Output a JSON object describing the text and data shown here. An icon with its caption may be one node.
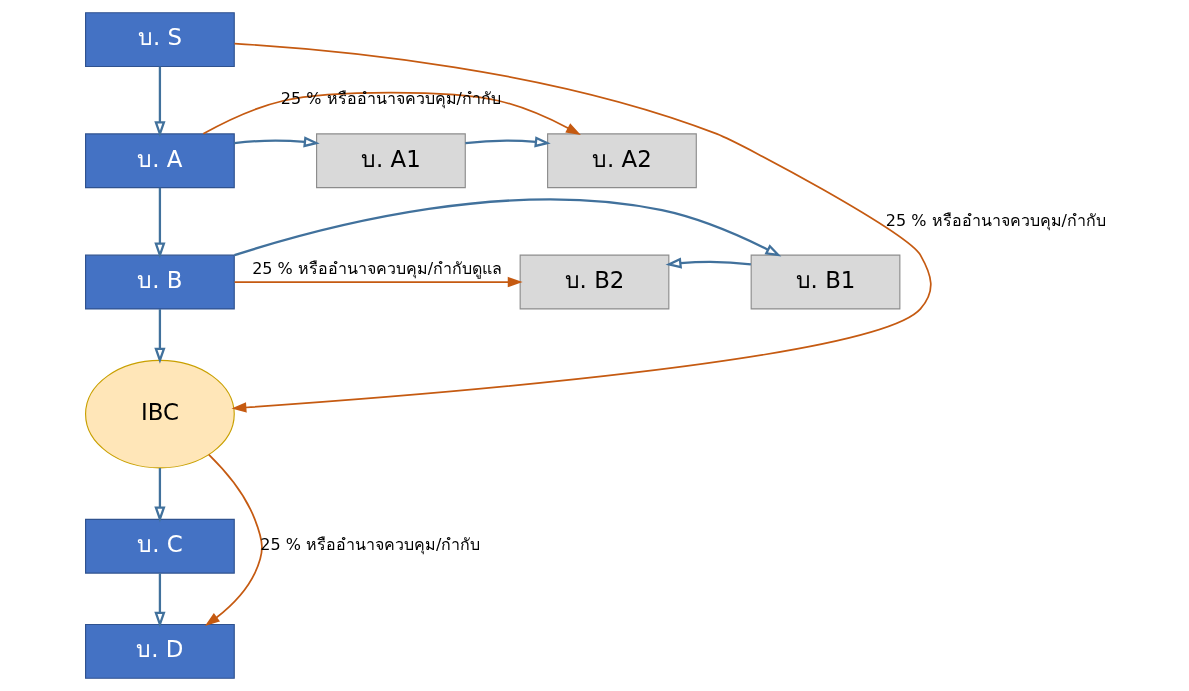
{
  "diagram": {
    "nodes": [
      {
        "text": [
          "บ. S"
        ]
      },
      {
        "text": [
          "บ. A"
        ]
      },
      {
        "text": [
          "บ. A1"
        ]
      },
      {
        "text": [
          "บ. A2"
        ]
      },
      {
        "text": [
          "บ. B2"
        ]
      },
      {
        "text": [
          "บ. B1"
        ]
      },
      {
        "text": [
          "บ. B"
        ]
      },
      {
        "text": [
          "IBC"
        ]
      },
      {
        "text": [
          "บ. C"
        ]
      },
      {
        "text": [
          "บ. D"
        ]
      }
    ],
    "edges": [
      {
        "from": 0,
        "to": 1,
        "arrow": "to"
      },
      {
        "from": 1,
        "to": 2,
        "arrow": "to"
      },
      {
        "from": 2,
        "to": 3,
        "arrow": "to"
      },
      {
        "from": 6,
        "to": 5,
        "arrow": "to"
      },
      {
        "from": 5,
        "to": 4,
        "arrow": "to"
      },
      {
        "from": 1,
        "to": 6,
        "arrow": "to"
      },
      {
        "from": 6,
        "to": 7,
        "arrow": "to"
      },
      {
        "from": 7,
        "to": 8,
        "arrow": "to"
      },
      {
        "from": 8,
        "to": 9,
        "arrow": "to"
      },
      {
        "from": 1,
        "to": 3,
        "arrow": "to",
        "label": "25 % หรืออำนาจควบคุม/กำกับ",
        "color": "#c55a11"
      },
      {
        "from": 0,
        "to": 7,
        "arrow": "to",
        "label": "25 % หรืออำนาจควบคุม/กำกับ",
        "color": "#c55a11"
      },
      {
        "from": 6,
        "to": 4,
        "arrow": "to",
        "label": "25 % หรืออำนาจควบคุม/กำกับดูแล",
        "color": "#c55a11"
      },
      {
        "from": 7,
        "to": 9,
        "arrow": "to",
        "label": "25 % หรืออำนาจควบคุม/กำกับ",
        "color": "#c55a11"
      }
    ]
  }
}
